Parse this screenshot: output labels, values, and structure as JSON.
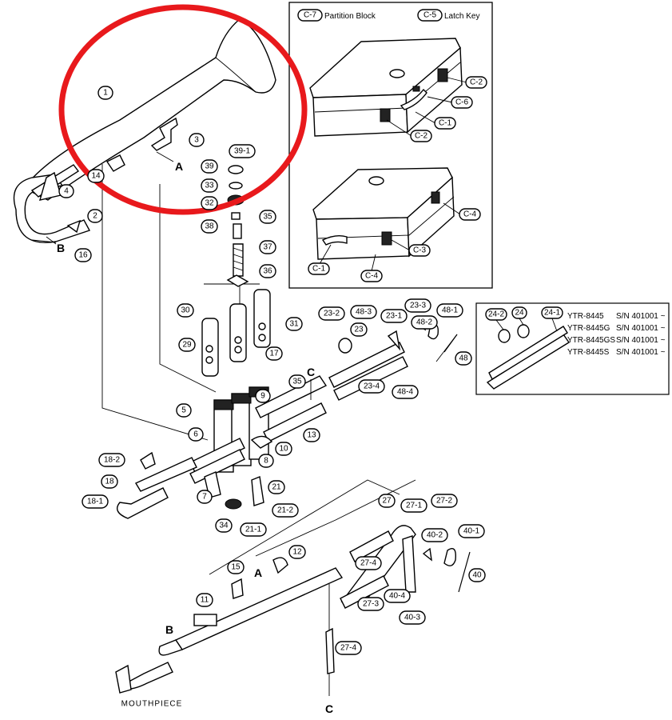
{
  "inset_case": {
    "partition_block": {
      "code": "C-7",
      "label": "Partition Block"
    },
    "latch_key": {
      "code": "C-5",
      "label": "Latch Key"
    },
    "callouts_top": [
      "C-2",
      "C-6",
      "C-1",
      "C-2"
    ],
    "callouts_bottom": [
      "C-4",
      "C-3",
      "C-1",
      "C-4"
    ]
  },
  "inset_models": {
    "callouts": [
      "24-2",
      "24",
      "24-1"
    ],
    "rows": [
      {
        "model": "YTR-8445",
        "serial": "S/N 401001 ~"
      },
      {
        "model": "YTR-8445G",
        "serial": "S/N 401001 ~"
      },
      {
        "model": "YTR-8445GS",
        "serial": "S/N 401001 ~"
      },
      {
        "model": "YTR-8445S",
        "serial": "S/N 401001 ~"
      }
    ]
  },
  "part_labels": {
    "p1": "1",
    "p2": "2",
    "p3": "3",
    "p4": "4",
    "p5": "5",
    "p6": "6",
    "p7": "7",
    "p8": "8",
    "p9": "9",
    "p10": "10",
    "p11": "11",
    "p12": "12",
    "p13": "13",
    "p14": "14",
    "p15": "15",
    "p16": "16",
    "p17": "17",
    "p18": "18",
    "p18_1": "18-1",
    "p18_2": "18-2",
    "p21": "21",
    "p21_1": "21-1",
    "p21_2": "21-2",
    "p23": "23",
    "p23_1": "23-1",
    "p23_2": "23-2",
    "p23_3": "23-3",
    "p23_4": "23-4",
    "p27": "27",
    "p27_1": "27-1",
    "p27_2": "27-2",
    "p27_3": "27-3",
    "p27_4": "27-4",
    "p27_4b": "27-4",
    "p29": "29",
    "p30": "30",
    "p31": "31",
    "p32": "32",
    "p33": "33",
    "p34": "34",
    "p35": "35",
    "p36": "36",
    "p37": "37",
    "p38": "38",
    "p39": "39",
    "p39_1": "39-1",
    "p35b": "35",
    "p40": "40",
    "p40_1": "40-1",
    "p40_2": "40-2",
    "p40_3": "40-3",
    "p40_4": "40-4",
    "p48": "48",
    "p48_1": "48-1",
    "p48_2": "48-2",
    "p48_3": "48-3",
    "p48_4": "48-4"
  },
  "letters": {
    "a1": "A",
    "a2": "A",
    "b1": "B",
    "b2": "B",
    "c1": "C",
    "c2": "C"
  },
  "mouthpiece_label": "MOUTHPIECE",
  "highlight_color": "#e8191c"
}
